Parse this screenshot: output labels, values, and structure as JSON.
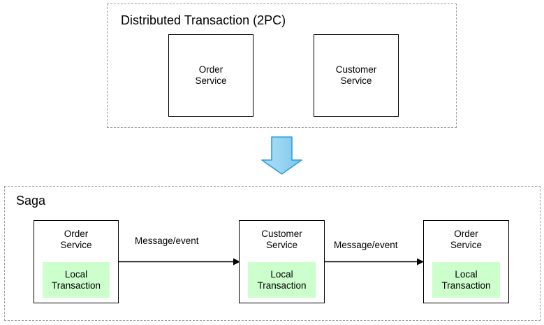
{
  "diagram": {
    "title_hidden": "",
    "groups": [
      {
        "id": "distributed-transaction",
        "label": "Distributed Transaction (2PC)",
        "boxes": [
          {
            "id": "order-service",
            "label": "Order\nService"
          },
          {
            "id": "customer-service",
            "label": "Customer\nService"
          }
        ]
      },
      {
        "id": "saga",
        "label": "Saga",
        "boxes": [
          {
            "id": "order-service-1",
            "label": "Order\nService",
            "inner": "Local\nTransaction"
          },
          {
            "id": "customer-service",
            "label": "Customer\nService",
            "inner": "Local\nTransaction"
          },
          {
            "id": "order-service-2",
            "label": "Order\nService",
            "inner": "Local\nTransaction"
          }
        ],
        "edges": [
          {
            "id": "edge-1",
            "label": "Message/event",
            "from": "order-service-1",
            "to": "customer-service"
          },
          {
            "id": "edge-2",
            "label": "Message/event",
            "from": "customer-service",
            "to": "order-service-2"
          }
        ]
      }
    ],
    "transition_arrow": {
      "id": "down-arrow",
      "direction": "down",
      "fill": "#9fd8f3",
      "stroke": "#2e9fd9"
    },
    "colors": {
      "box_border": "#000000",
      "group_border": "#9a9a9a",
      "local_transaction_fill": "#ccffcc",
      "background": "#ffffff",
      "text": "#000000"
    }
  }
}
